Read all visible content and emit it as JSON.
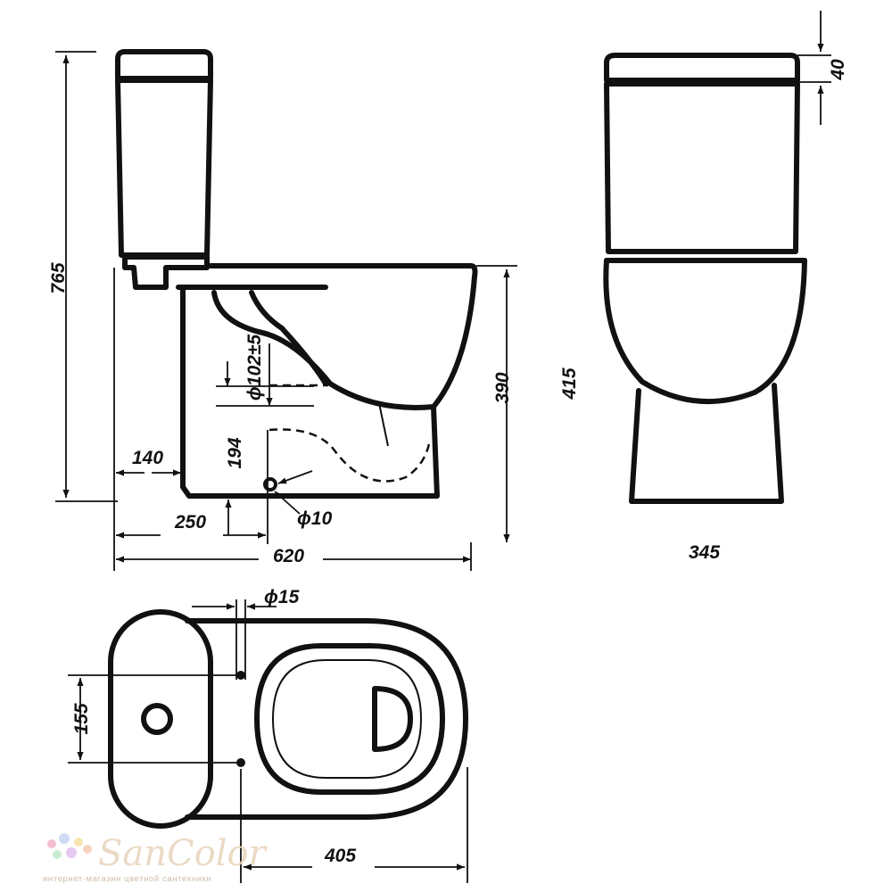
{
  "dimensions": {
    "total_height": "765",
    "tank_lid": "40",
    "bowl_height": "390",
    "overall_height_front": "415",
    "back_offset": "140",
    "outlet_height": "194",
    "outlet_diameter": "ϕ102±5",
    "outlet_distance": "250",
    "fixing_hole": "ϕ10",
    "total_length": "620",
    "front_width": "345",
    "water_inlet": "ϕ15",
    "tank_hole_spacing": "155",
    "bowl_length": "405"
  },
  "watermark": {
    "brand": "SanColor",
    "tagline": "интернет-магазин цветной сантехники",
    "dot_colors": [
      "#f3b6c8",
      "#c9d8f5",
      "#f6e3a6",
      "#c4eccf",
      "#e3c4f1",
      "#f7cfb4"
    ]
  }
}
